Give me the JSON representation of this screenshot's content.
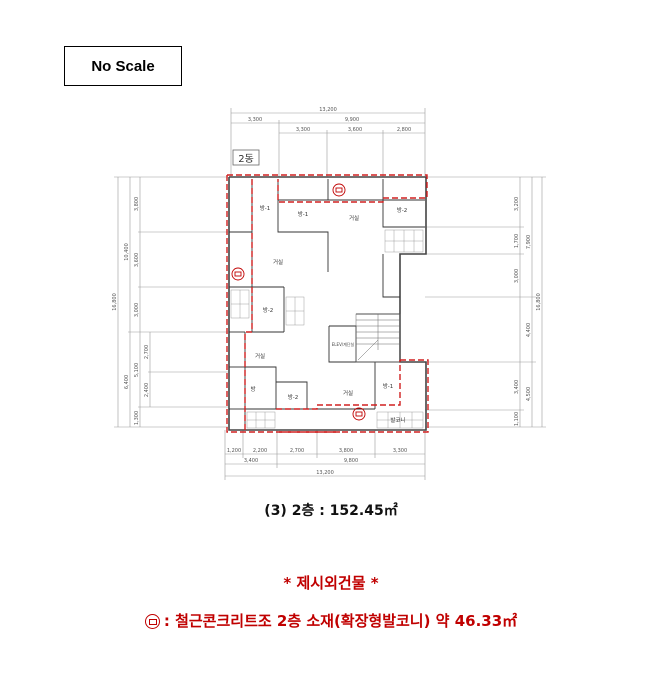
{
  "header": {
    "scale_label": "No Scale"
  },
  "plan": {
    "building_label": "2동",
    "stair_label": "ELEV/계단실",
    "top_dims": {
      "total": "13,200",
      "row2": [
        "3,300",
        "9,900"
      ],
      "row3": [
        "3,300",
        "3,600",
        "2,800"
      ]
    },
    "bottom_dims": {
      "row1": [
        "1,200",
        "2,200",
        "2,700",
        "3,800",
        "3,300"
      ],
      "row2": [
        "3,400",
        "9,800"
      ],
      "total": "13,200"
    },
    "left_dims": {
      "total": "16,800",
      "mid": [
        "10,400",
        "6,400"
      ],
      "inner": [
        "3,800",
        "3,600",
        "3,000",
        "5,100",
        "1,300"
      ],
      "inner2": [
        "2,700",
        "2,400"
      ]
    },
    "right_dims": {
      "total": "16,800",
      "mid": [
        "7,900",
        "4,400",
        "4,500"
      ],
      "inner": [
        "3,200",
        "1,700",
        "3,000",
        "3,400",
        "1,100"
      ]
    },
    "rooms": {
      "r1": "방-1",
      "r2": "방-1",
      "r3": "거실",
      "r4": "방-2",
      "r5": "거실",
      "r6": "방-2",
      "r7": "거실",
      "r8": "방",
      "r9": "방-2",
      "r10": "거실",
      "r11": "방-1",
      "r12": "발코니"
    }
  },
  "caption": {
    "text": "(3) 2층 : 152.45㎡"
  },
  "annex": {
    "title": "* 제시외건물 *",
    "legend_icon": "red-circle-square-marker",
    "description": ": 철근콘크리트조 2층 소재(확장형발코니) 약 46.33㎡",
    "color": "#c00000"
  }
}
